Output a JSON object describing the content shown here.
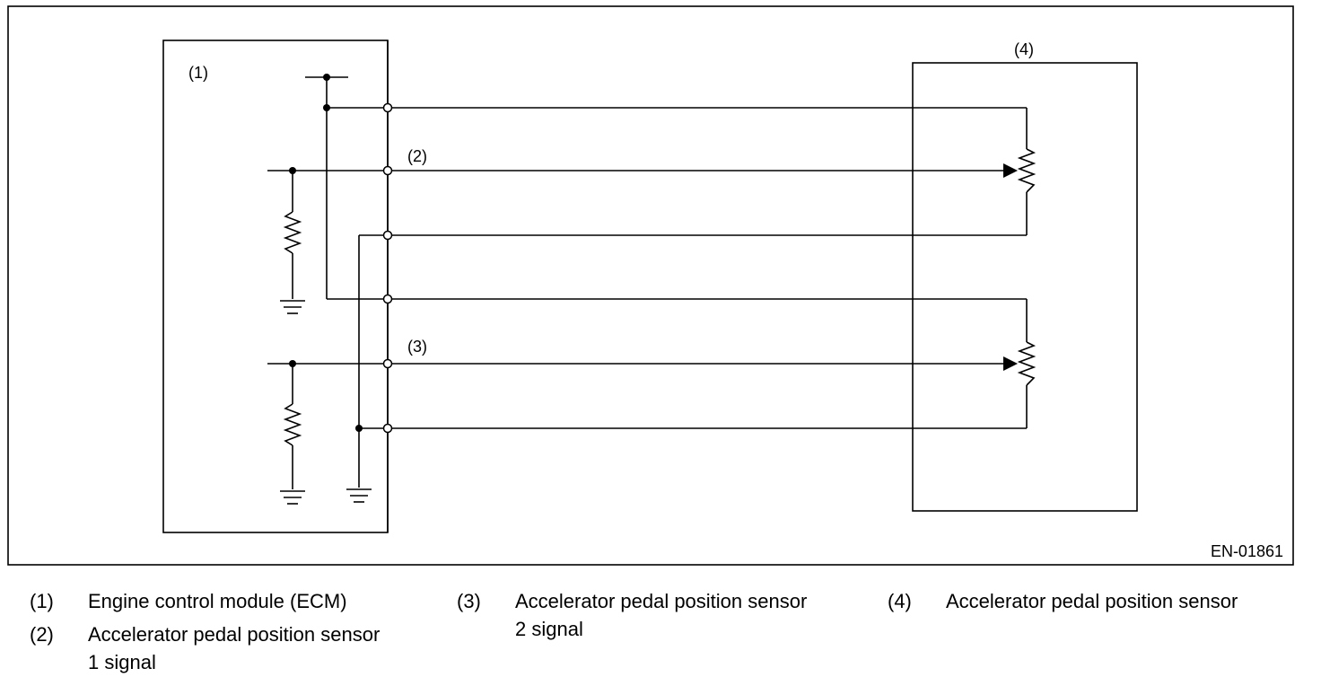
{
  "diagram": {
    "figure_code": "EN-01861",
    "callouts": {
      "ecm": "(1)",
      "signal1": "(2)",
      "signal2": "(3)",
      "sensor": "(4)"
    }
  },
  "legend": [
    {
      "num": "(1)",
      "line1": "Engine control module (ECM)",
      "line2": ""
    },
    {
      "num": "(2)",
      "line1": "Accelerator pedal position sensor",
      "line2": "1 signal"
    },
    {
      "num": "(3)",
      "line1": "Accelerator pedal position sensor",
      "line2": "2 signal"
    },
    {
      "num": "(4)",
      "line1": "Accelerator pedal position sensor",
      "line2": ""
    }
  ]
}
